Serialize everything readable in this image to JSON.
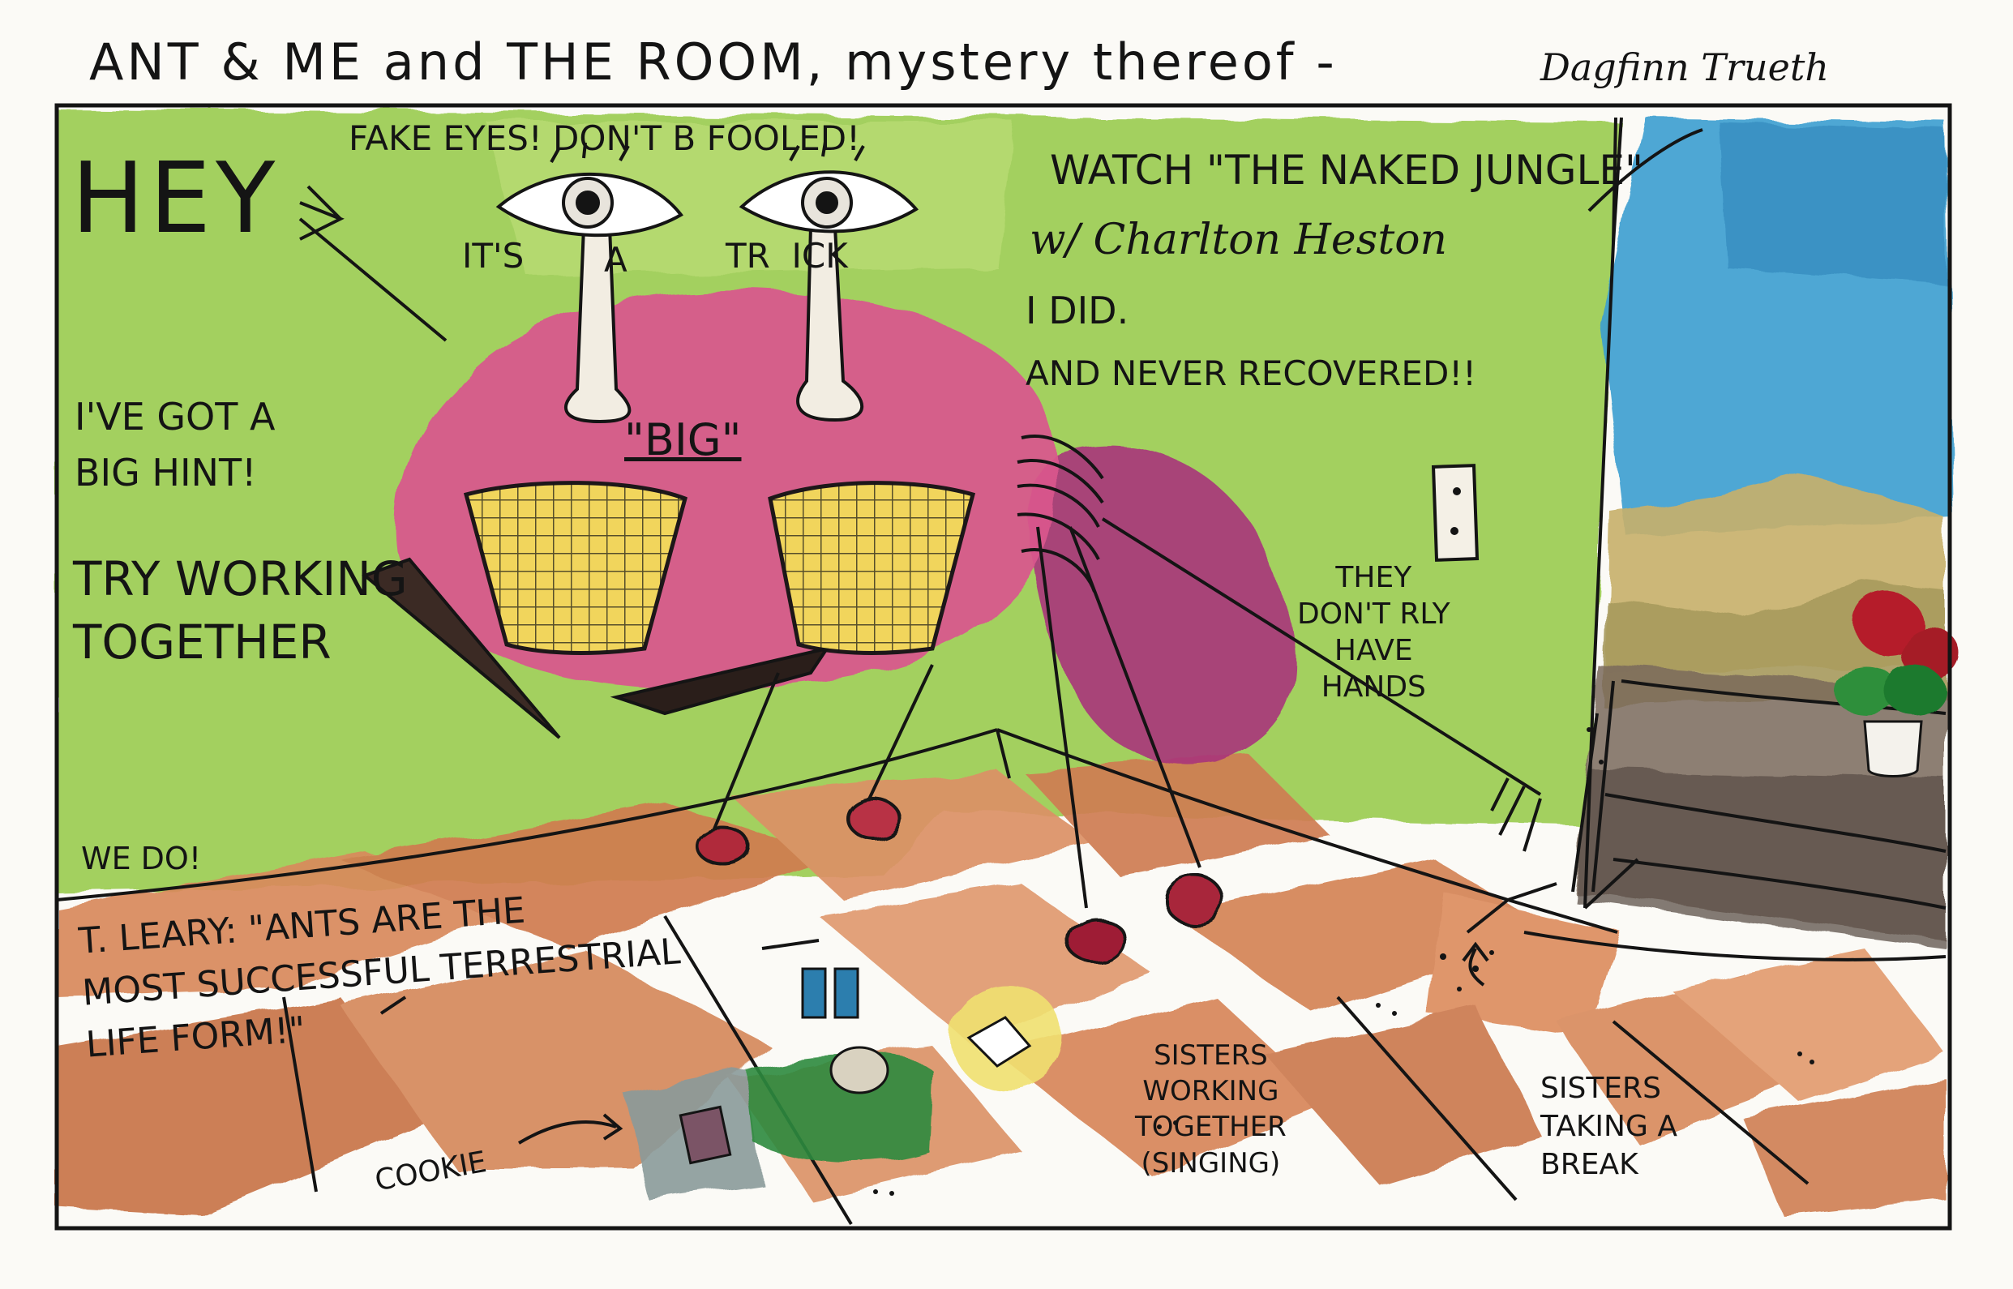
{
  "title": {
    "main": "ANT & ME and THE ROOM, mystery thereof -",
    "signature": "Dagfinn Trueth"
  },
  "wall_texts": {
    "hey": "HEY",
    "fake_eyes": "FAKE EYES! DON'T B FOOLED!",
    "trick_its": "IT'S",
    "trick_a": "A",
    "trick_trick": "TR  ICK",
    "big": "\"BIG\"",
    "hint": "I'VE GOT A\nBIG HINT!",
    "try_working": "TRY WORKING\nTOGETHER",
    "watch": "WATCH \"THE NAKED JUNGLE\"",
    "charlton": "w/ Charlton Heston",
    "i_did": "I DID.",
    "never_recovered": "AND NEVER RECOVERED!!",
    "no_hands": "THEY\nDON'T RLY\nHAVE\nHANDS",
    "we_do": "WE DO!"
  },
  "floor_texts": {
    "leary": "T. LEARY: \"ANTS ARE THE\nMOST SUCCESSFUL TERRESTRIAL\nLIFE FORM!\"",
    "cookie": "COOKIE",
    "sisters_working": "SISTERS\nWORKING\nTOGETHER\n(SINGING)",
    "sisters_break": "SISTERS\nTAKING A\nBREAK"
  },
  "colors": {
    "wall_green": "#9ccc52",
    "ant_pink": "#d9558d",
    "ant_purple": "#a8357a",
    "eye_yellow": "#f3dc5a",
    "floor_tile": "#d98a5c",
    "sky_blue": "#3a9fd0",
    "rose_red": "#b51f2a",
    "ink": "#141414"
  }
}
